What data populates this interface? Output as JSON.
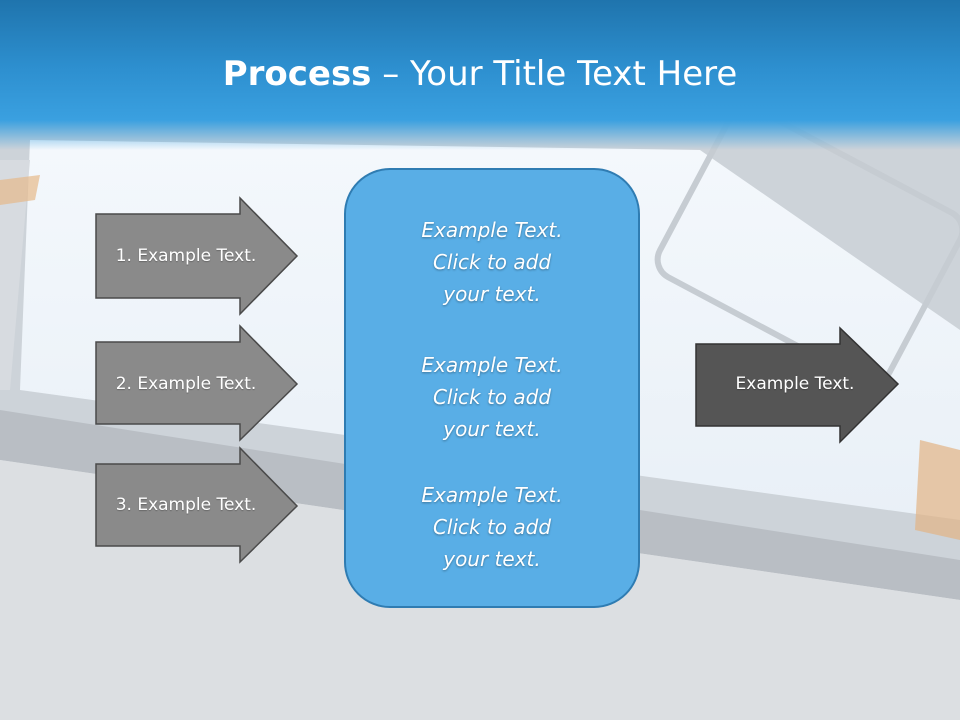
{
  "title": {
    "bold": "Process",
    "rest": " – Your Title Text Here"
  },
  "inputs": [
    {
      "label": "1. Example Text."
    },
    {
      "label": "2. Example Text."
    },
    {
      "label": "3. Example Text."
    }
  ],
  "center": {
    "blocks": [
      {
        "lines": [
          "Example Text.",
          "Click  to add",
          "your text."
        ]
      },
      {
        "lines": [
          "Example Text.",
          "Click  to add",
          "your text."
        ]
      },
      {
        "lines": [
          "Example Text.",
          "Click  to add",
          "your text."
        ]
      }
    ]
  },
  "output": {
    "label": "Example Text."
  },
  "colors": {
    "header_blue": "#2d8fcf",
    "arrow_gray": "#8a8a8a",
    "arrow_dark": "#555555",
    "center_fill": "#59aee6",
    "center_border": "#2f7cb2"
  }
}
